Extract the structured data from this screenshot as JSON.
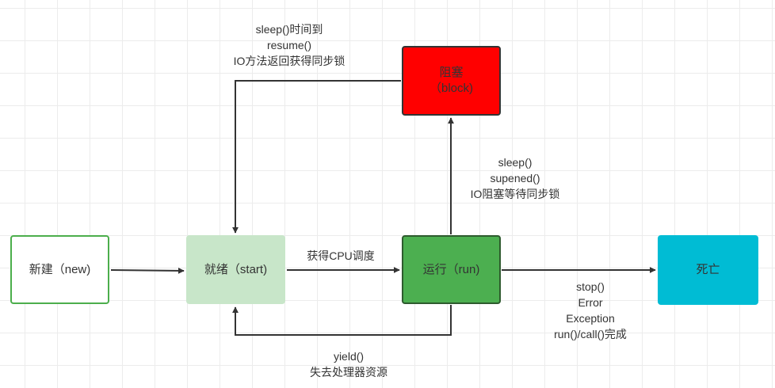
{
  "nodes": {
    "new": {
      "label": "新建（new)"
    },
    "ready": {
      "label": "就绪（start)"
    },
    "running": {
      "label": "运行（run)"
    },
    "blocked": {
      "label": "阻塞\n（block)"
    },
    "dead": {
      "label": "死亡"
    }
  },
  "edges": {
    "wake": {
      "lines": [
        "sleep()时间到",
        "resume()",
        "IO方法返回获得同步锁"
      ]
    },
    "block": {
      "lines": [
        "sleep()",
        "supened()",
        "IO阻塞等待同步锁"
      ]
    },
    "cpu": {
      "lines": [
        "获得CPU调度"
      ]
    },
    "end": {
      "lines": [
        "stop()",
        "Error",
        "Exception",
        "run()/call()完成"
      ]
    },
    "yield": {
      "lines": [
        "yield()",
        "失去处理器资源"
      ]
    }
  },
  "colors": {
    "edge": "#333333",
    "new_fill": "#ffffff",
    "new_border": "#4cae4c",
    "ready_fill": "#c8e6c9",
    "running_fill": "#4caf50",
    "blocked_fill": "#ff0000",
    "dead_fill": "#00bcd4"
  }
}
